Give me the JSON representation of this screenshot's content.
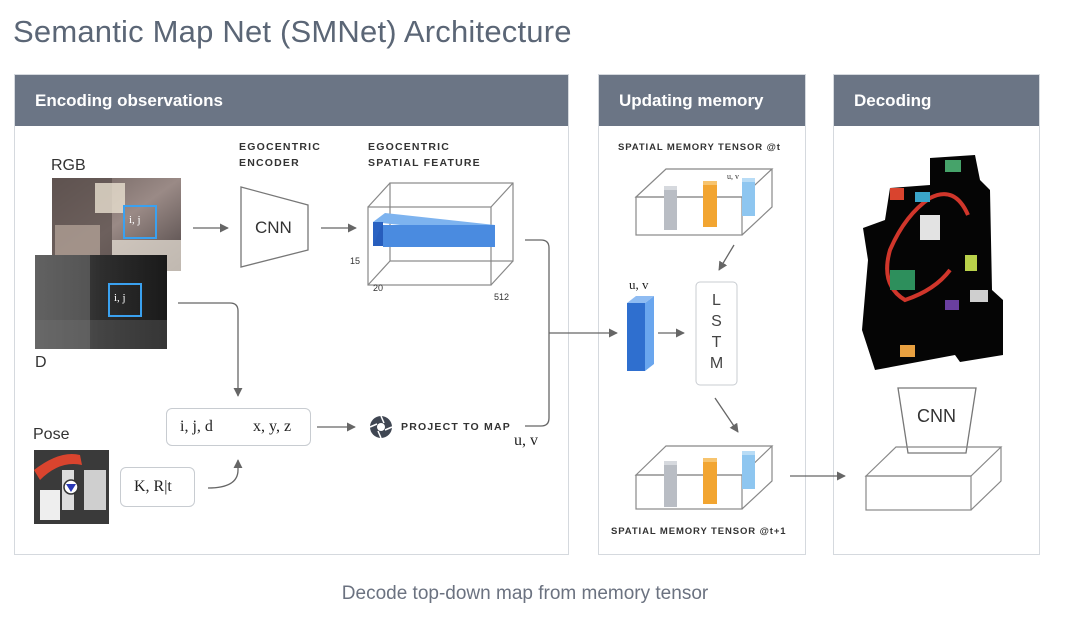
{
  "title": "Semantic Map Net (SMNet) Architecture",
  "caption": "Decode top-down map from memory tensor",
  "panels": {
    "encoding": "Encoding observations",
    "updating": "Updating memory",
    "decoding": "Decoding"
  },
  "encoding": {
    "rgb_label": "RGB",
    "depth_label": "D",
    "pose_label": "Pose",
    "ij_label": "i, j",
    "encoder_label_1": "EGOCENTRIC",
    "encoder_label_2": "ENCODER",
    "cnn_label": "CNN",
    "feature_label_1": "EGOCENTRIC",
    "feature_label_2": "SPATIAL FEATURE",
    "dim_15": "15",
    "dim_20": "20",
    "dim_512": "512",
    "ijd_label": "i, j, d",
    "xyz_label": "x, y, z",
    "k_label": "K, R|t",
    "project_label": "PROJECT TO MAP",
    "uv_label": "u, v"
  },
  "updating": {
    "tensor_t": "SPATIAL MEMORY TENSOR @t",
    "tensor_t1": "SPATIAL MEMORY TENSOR @t+1",
    "uv_small": "u, v",
    "uv_label": "u, v",
    "lstm_letters": [
      "L",
      "S",
      "T",
      "M"
    ]
  },
  "decoding": {
    "cnn_label": "CNN"
  },
  "colors": {
    "header_bg": "#6b7585",
    "blue": "#3f7fd6",
    "light_blue": "#8ec6f0",
    "orange": "#f2a531",
    "gray_bar": "#b9bdc4"
  }
}
